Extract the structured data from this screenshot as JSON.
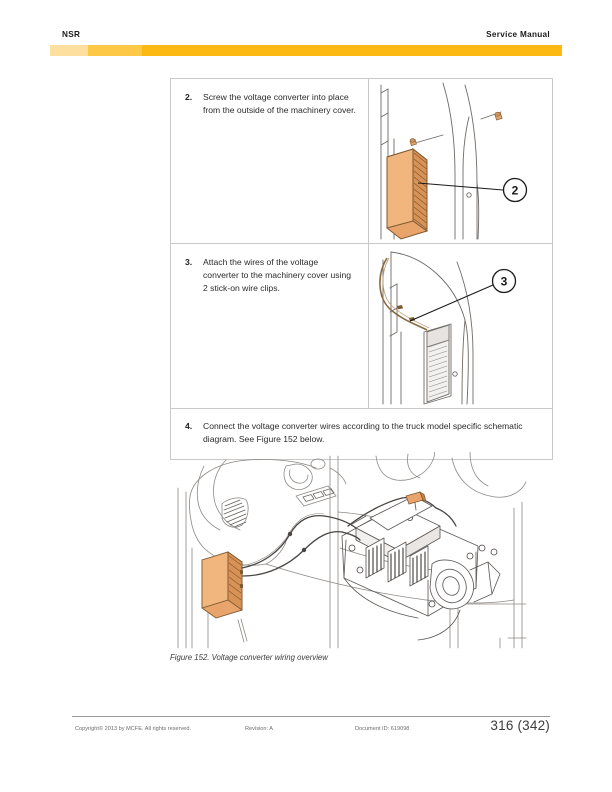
{
  "header": {
    "left_label": "NSR",
    "right_label": "Service Manual",
    "bar_colors": [
      "#fde0a0",
      "#fcc845",
      "#fdb913"
    ]
  },
  "steps": [
    {
      "number": "2.",
      "text": "Screw the voltage converter into place from the outside of the machinery cover.",
      "callout": "2"
    },
    {
      "number": "3.",
      "text": "Attach the wires of the voltage converter to the machinery cover using 2 stick-on wire clips.",
      "callout": "3"
    },
    {
      "number": "4.",
      "text": "Connect the voltage converter wires according to the truck model specific schematic diagram. See Figure 152 below."
    }
  ],
  "figure": {
    "caption": "Figure 152. Voltage converter wiring overview"
  },
  "footer": {
    "copyright": "Copyright© 2013 by MCFE. All rights reserved.",
    "revision": "Revision:  A",
    "document_id": "Document ID: 619098",
    "page_number": "316 (342)"
  },
  "colors": {
    "accent_orange": "#fdb913",
    "converter_orange": "#e8a46a",
    "line_art": "#6e6a66"
  }
}
